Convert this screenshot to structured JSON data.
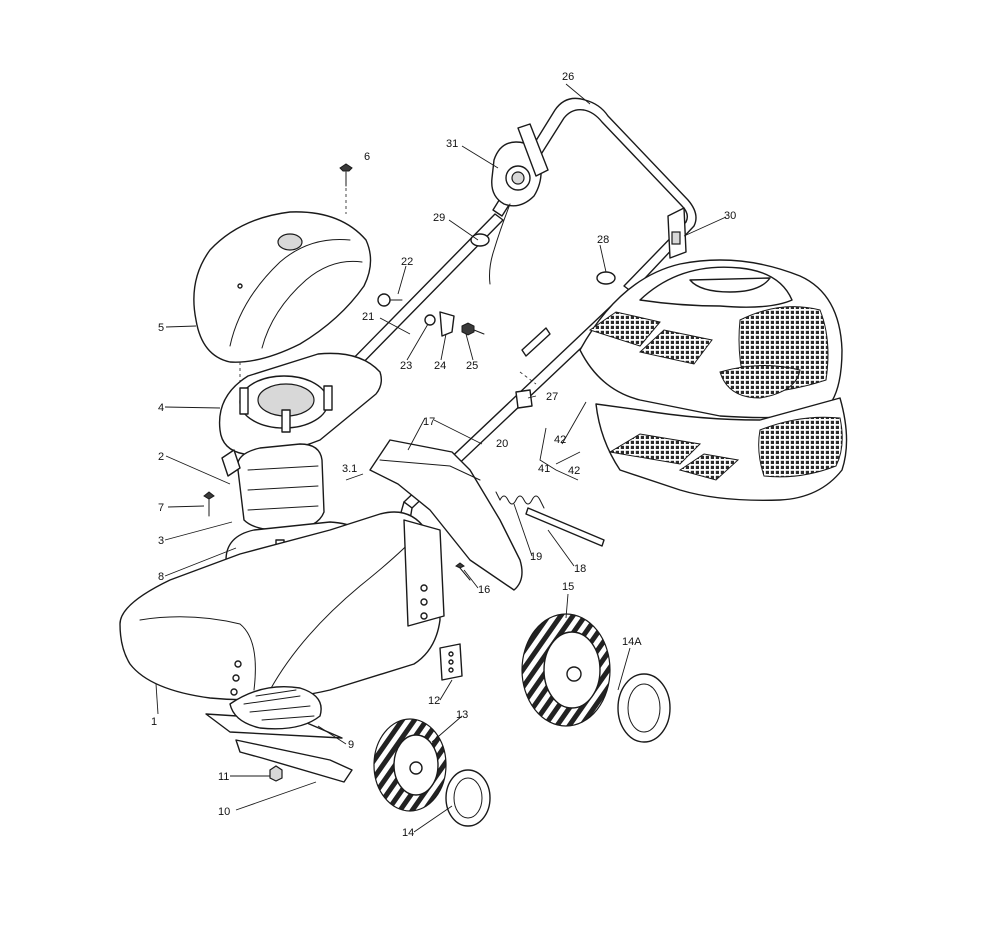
{
  "callouts": [
    {
      "id": "1",
      "label": "1"
    },
    {
      "id": "2",
      "label": "2"
    },
    {
      "id": "3",
      "label": "3"
    },
    {
      "id": "3_1",
      "label": "3.1"
    },
    {
      "id": "4",
      "label": "4"
    },
    {
      "id": "5",
      "label": "5"
    },
    {
      "id": "6",
      "label": "6"
    },
    {
      "id": "7",
      "label": "7"
    },
    {
      "id": "8",
      "label": "8"
    },
    {
      "id": "9",
      "label": "9"
    },
    {
      "id": "10",
      "label": "10"
    },
    {
      "id": "11",
      "label": "11"
    },
    {
      "id": "12",
      "label": "12"
    },
    {
      "id": "13",
      "label": "13"
    },
    {
      "id": "14",
      "label": "14"
    },
    {
      "id": "14A",
      "label": "14A"
    },
    {
      "id": "15",
      "label": "15"
    },
    {
      "id": "16",
      "label": "16"
    },
    {
      "id": "17",
      "label": "17"
    },
    {
      "id": "18",
      "label": "18"
    },
    {
      "id": "19",
      "label": "19"
    },
    {
      "id": "20",
      "label": "20"
    },
    {
      "id": "21",
      "label": "21"
    },
    {
      "id": "22",
      "label": "22"
    },
    {
      "id": "23",
      "label": "23"
    },
    {
      "id": "24",
      "label": "24"
    },
    {
      "id": "25",
      "label": "25"
    },
    {
      "id": "26",
      "label": "26"
    },
    {
      "id": "27",
      "label": "27"
    },
    {
      "id": "28",
      "label": "28"
    },
    {
      "id": "29",
      "label": "29"
    },
    {
      "id": "30",
      "label": "30"
    },
    {
      "id": "31",
      "label": "31"
    },
    {
      "id": "41",
      "label": "41"
    },
    {
      "id": "42a",
      "label": "42"
    },
    {
      "id": "42b",
      "label": "42"
    }
  ]
}
